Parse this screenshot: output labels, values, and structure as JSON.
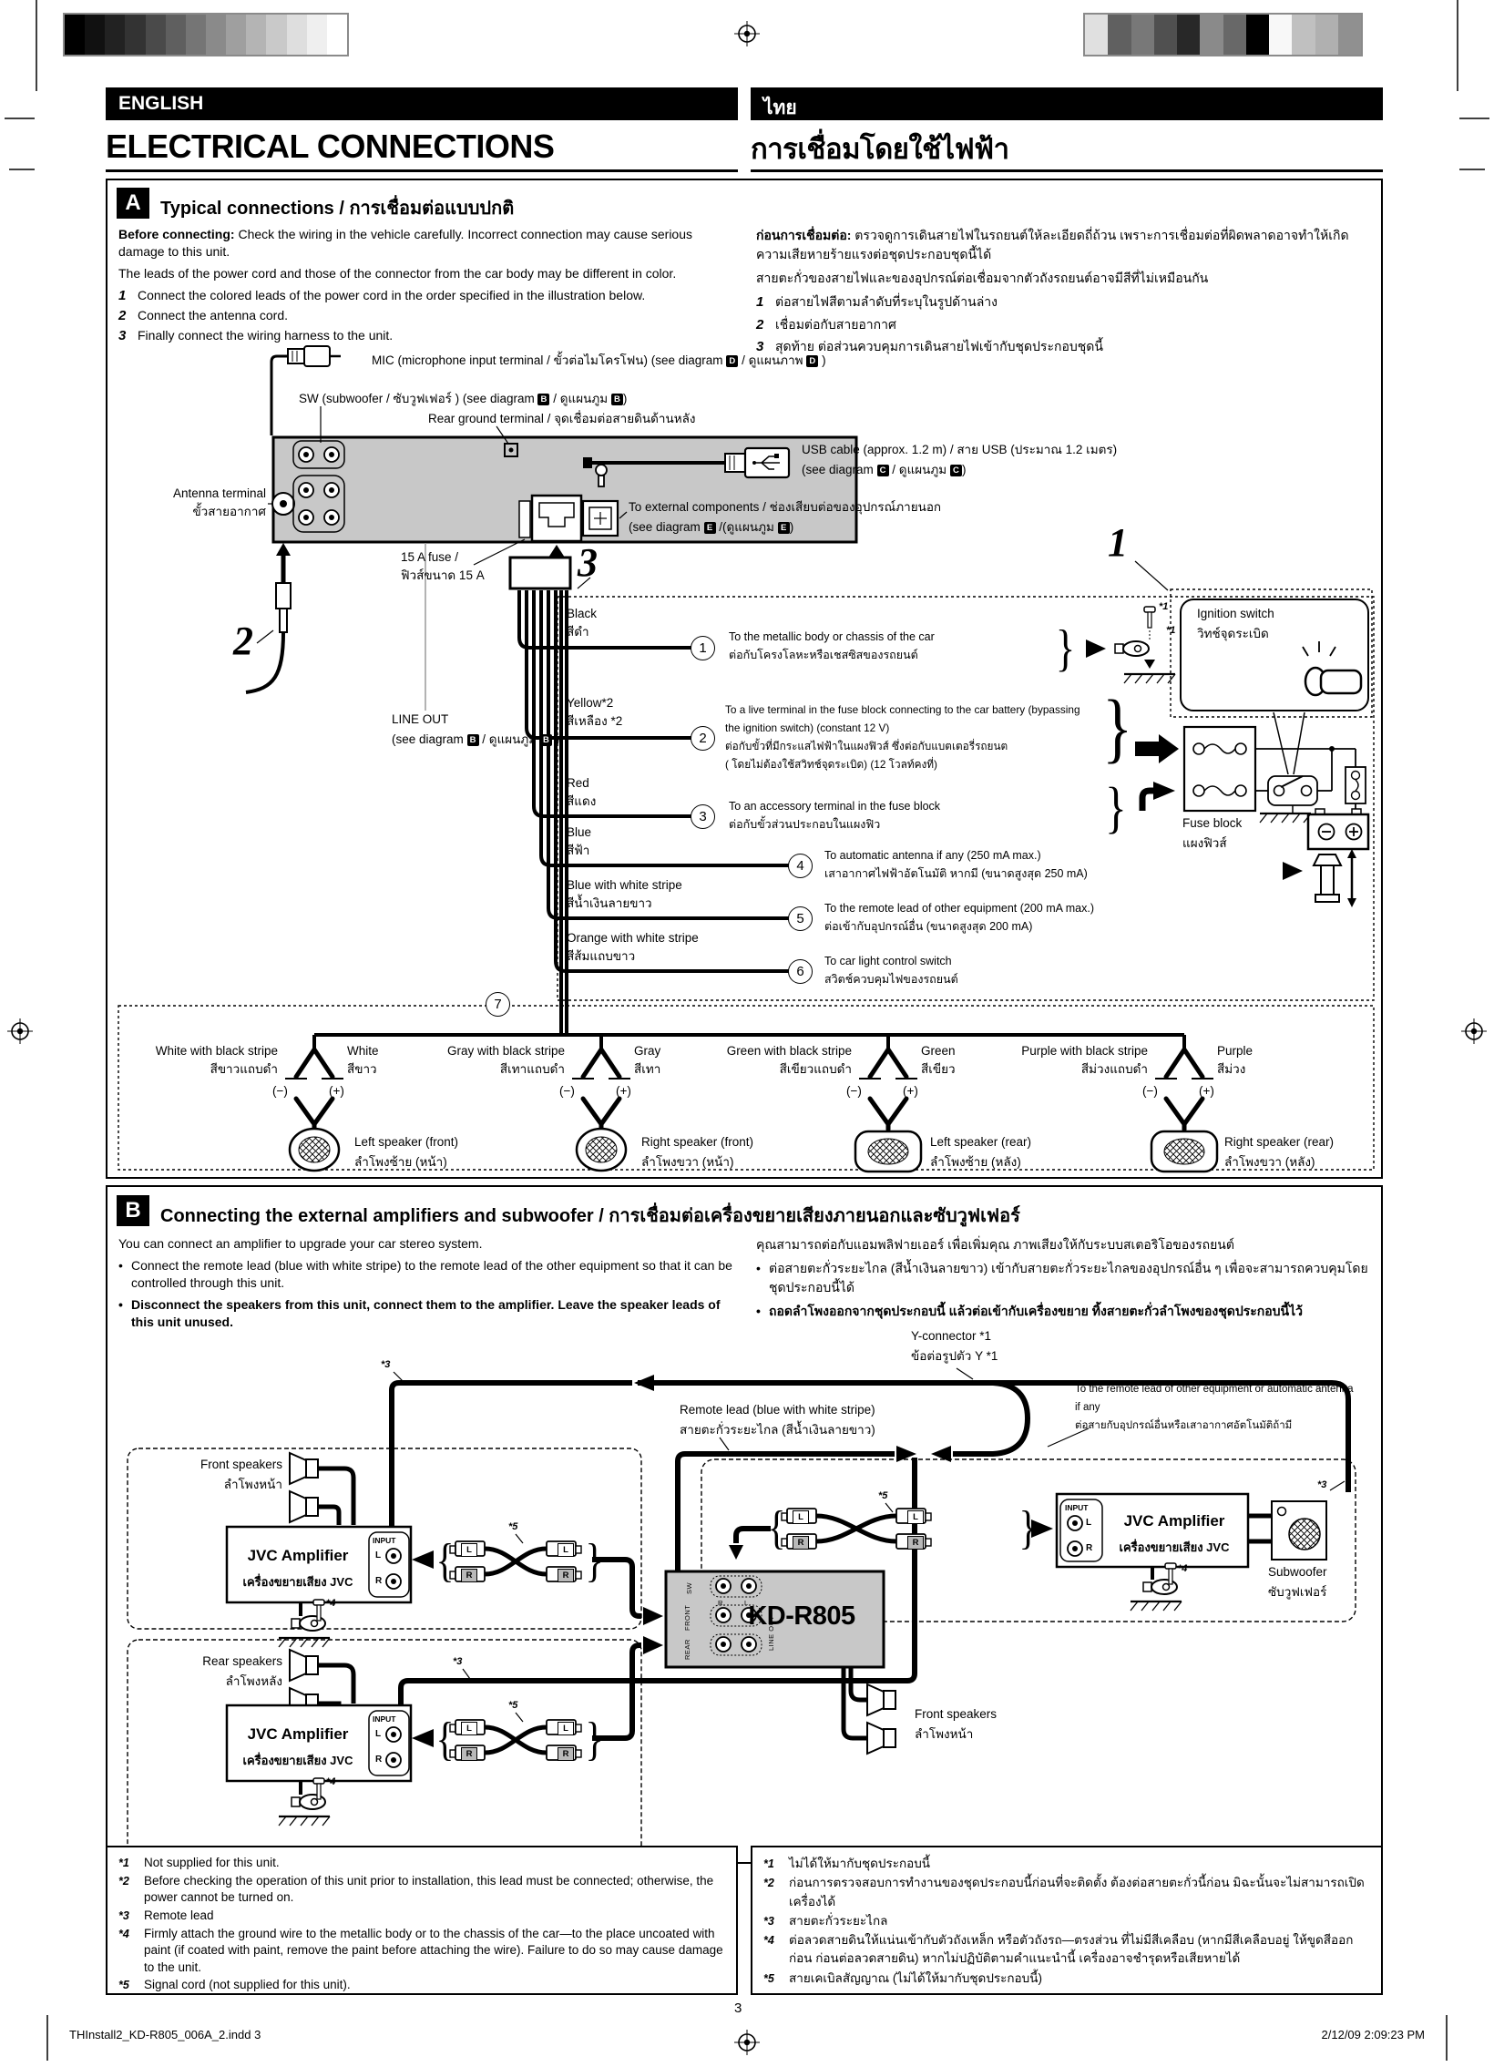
{
  "header": {
    "en_lang": "ENGLISH",
    "en_title": "ELECTRICAL CONNECTIONS",
    "th_lang": "ไทย",
    "th_title": "การเชื่อมโดยใช้ไฟฟ้า"
  },
  "section_a": {
    "badge": "A",
    "title": "Typical connections / การเชื่อมต่อแบบปกติ",
    "en": {
      "intro_bold": "Before connecting:",
      "intro_rest": " Check the wiring in the vehicle carefully. Incorrect connection may cause serious damage to this unit.",
      "leads": "The leads of the power cord and those of the connector from the car body may be different in color.",
      "step1": "Connect the colored leads of the power cord in the order specified in the illustration below.",
      "step2": "Connect the antenna cord.",
      "step3": "Finally connect the wiring harness to the unit."
    },
    "th": {
      "intro_bold": "ก่อนการเชื่อมต่อ:",
      "intro_rest": " ตรวจดูการเดินสายไฟในรถยนต์ให้ละเอียดถี่ถ้วน เพราะการเชื่อมต่อที่ผิดพลาดอาจทำให้เกิดความเสียหายร้ายแรงต่อชุดประกอบชุดนี้ได้",
      "leads": "สายตะกั่วของสายไฟและของอุปกรณ์ต่อเชื่อมจากตัวถังรถยนต์อาจมีสีที่ไม่เหมือนกัน",
      "step1": "ต่อสายไฟสีตามลำดับที่ระบุในรูปด้านล่าง",
      "step2": "เชื่อมต่อกับสายอากาศ",
      "step3": "สุดท้าย ต่อส่วนควบคุมการเดินสายไฟเข้ากับชุดประกอบชุดนี้"
    },
    "num1": "1",
    "num2": "2",
    "num3": "3",
    "num7": "7",
    "diagram": {
      "mic": {
        "pre": "MIC (microphone input terminal / ขั้วต่อไมโครโฟน) (see diagram ",
        "l1": "D",
        "mid": " / ดูแผนภาพ ",
        "l2": "D",
        "post": " )"
      },
      "sw": {
        "pre": "SW (subwoofer / ซับวูฟเฟอร์ ) (see diagram ",
        "l1": "B",
        "mid": " / ดูแผนภูม ",
        "l2": "B",
        "post": ")"
      },
      "rear_ground": "Rear ground terminal / จุดเชื่อมต่อสายดินด้านหลัง",
      "usb_line1": "USB cable (approx. 1.2 m) / สาย USB (ประมาณ 1.2 เมตร)",
      "usb": {
        "pre": "(see diagram ",
        "l1": "C",
        "mid": " / ดูแผนภูม ",
        "l2": "C",
        "post": ")"
      },
      "ext_line1": "To external components / ช่องเสียบต่อของอุปกรณ์ภายนอก",
      "ext": {
        "pre": "(see diagram ",
        "l1": "E",
        "mid": " /(ดูแผนภูม ",
        "l2": "E",
        "post": ")"
      },
      "antenna_line1": "Antenna terminal",
      "antenna_line2": "ขั้วสายอากาศ",
      "fuse_line1": "15 A fuse /",
      "fuse_line2": "ฟิวส์ขนาด 15 A",
      "lineout_line1": "LINE OUT",
      "lineout": {
        "pre": "(see diagram ",
        "l1": "B",
        "mid": " / ดูแผนภูม ",
        "l2": "B",
        "post": " )"
      },
      "ignition_line1": "Ignition switch",
      "ignition_line2": "วิทช์จุดระเบิด",
      "fuseblock_line1": "Fuse block",
      "fuseblock_line2": "แผงฟิวส์",
      "star1": "*1",
      "wires": [
        {
          "num": "1",
          "color_en": "Black",
          "color_th": "สีดำ",
          "dest1": "To the metallic body or chassis of the car",
          "dest2": "ต่อกับโครงโลหะหรือเชสซิสของรถยนต์"
        },
        {
          "num": "2",
          "color_en": "Yellow*2",
          "color_th": "สีเหลือง *2",
          "dest1": "To a live terminal in the fuse block connecting to the car battery (bypassing",
          "dest2": "the ignition switch) (constant 12 V)",
          "dest3": "ต่อกับขั้วที่มีกระแสไฟฟ้าในแผงฟิวส์ ซึ่งต่อกับแบตเตอรี่รถยนต",
          "dest4": "( โดยไม่ต้องใช้สวิทช์จุดระเบิด) (12 โวลท์คงที่)"
        },
        {
          "num": "3",
          "color_en": "Red",
          "color_th": "สีแดง",
          "dest1": "To an accessory terminal in the fuse block",
          "dest2": "ต่อกับขั้วส่วนประกอบในแผงฟิว"
        },
        {
          "num": "4",
          "color_en": "Blue",
          "color_th": "สีฟ้า",
          "dest1": "To automatic antenna if any (250 mA max.)",
          "dest2": "เสาอากาศไฟฟ้าอัตโนมัติ หากมี (ขนาดสูงสุด 250 mA)"
        },
        {
          "num": "5",
          "color_en": "Blue with white stripe",
          "color_th": "สีน้ำเงินลายขาว",
          "dest1": "To the remote lead of other equipment (200 mA max.)",
          "dest2": "ต่อเข้ากับอุปกรณ์อื่น (ขนาดสูงสุด 200 mA)"
        },
        {
          "num": "6",
          "color_en": "Orange with white stripe",
          "color_th": "สีส้มแถบขาว",
          "dest1": "To car light control switch",
          "dest2": "สวิตช์ควบคุมไฟของรถยนต์"
        }
      ],
      "minus": "(−)",
      "plus": "(+)",
      "speakers": [
        {
          "neg_en": "White with black stripe",
          "neg_th": "สีขาวแถบดำ",
          "pos_en": "White",
          "pos_th": "สีขาว",
          "name_en": "Left speaker (front)",
          "name_th": "ลำโพงซ้าย (หน้า)"
        },
        {
          "neg_en": "Gray with black stripe",
          "neg_th": "สีเทาแถบดำ",
          "pos_en": "Gray",
          "pos_th": "สีเทา",
          "name_en": "Right speaker (front)",
          "name_th": "ลำโพงขวา (หน้า)"
        },
        {
          "neg_en": "Green with black stripe",
          "neg_th": "สีเขียวแถบดำ",
          "pos_en": "Green",
          "pos_th": "สีเขียว",
          "name_en": "Left speaker (rear)",
          "name_th": "ลำโพงซ้าย (หลัง)"
        },
        {
          "neg_en": "Purple with black stripe",
          "neg_th": "สีม่วงแถบดำ",
          "pos_en": "Purple",
          "pos_th": "สีม่วง",
          "name_en": "Right speaker (rear)",
          "name_th": "ลำโพงขวา (หลัง)"
        }
      ]
    }
  },
  "section_b": {
    "badge": "B",
    "title": "Connecting the external amplifiers and subwoofer / การเชื่อมต่อเครื่องขยายเสียงภายนอกและซับวูฟเฟอร์",
    "en": {
      "intro": "You can connect an amplifier to upgrade your car stereo system.",
      "b1": "Connect the remote lead (blue with white stripe) to the remote lead of the other equipment so that it can be controlled through this unit.",
      "b2": "Disconnect the speakers from this unit, connect them to the amplifier. Leave the speaker leads of this unit unused."
    },
    "th": {
      "intro": "คุณสามารถต่อกับแอมพลิฟายเออร์ เพื่อเพิ่มคุณ ภาพเสียงให้กับระบบสเตอริโอของรถยนต์",
      "b1": "ต่อสายตะกั่วระยะไกล (สีน้ำเงินลายขาว) เข้ากับสายตะกั่วระยะไกลของอุปกรณ์อื่น ๆ เพื่อจะสามารถควบคุมโดยชุดประกอบนี้ได้",
      "b2": "ถอดลำโพงออกจากชุดประกอบนี้ แล้วต่อเข้ากับเครื่องขยาย ทิ้งสายตะกั่วลำโพงของชุดประกอบนี้ไว้"
    },
    "diagram": {
      "y_conn_1": "Y-connector *1",
      "y_conn_2": "ข้อต่อรูปตัว Y *1",
      "remote_1": "Remote lead (blue with white stripe)",
      "remote_2": "สายตะกั่วระยะไกล (สีน้ำเงินลายขาว)",
      "to_remote_1": "To the remote lead of other equipment or automatic antenna",
      "to_remote_2": "if any",
      "to_remote_3": "ต่อสายกับอุปกรณ์อื่นหรือเสาอากาศอัตโนมัติถ้ามี",
      "front_sp_1": "Front speakers",
      "front_sp_2": "ลำโพงหน้า",
      "rear_sp_1": "Rear speakers",
      "rear_sp_2": "ลำโพงหลัง",
      "amp_1": "JVC Amplifier",
      "amp_2": "เครื่องขยายเสียง  JVC",
      "input": "INPUT",
      "jack_l": "L",
      "jack_r": "R",
      "unit_model": "KD-R805",
      "unit_sw": "SW",
      "unit_front": "FRONT",
      "unit_rear": "REAR",
      "unit_lineout": "LINE OUT",
      "unit_r": "R",
      "unit_l": "L",
      "subwoofer_1": "Subwoofer",
      "subwoofer_2": "ซับวูฟเฟอร์",
      "star3": "*3",
      "star4": "*4",
      "star5": "*5"
    }
  },
  "footnotes": {
    "en": [
      {
        "m": "*1",
        "t": "Not supplied for this unit."
      },
      {
        "m": "*2",
        "t": "Before checking the operation of this unit prior to installation, this lead must be connected; otherwise, the power cannot be turned on."
      },
      {
        "m": "*3",
        "t": "Remote lead"
      },
      {
        "m": "*4",
        "t": "Firmly attach the ground wire to the metallic body or to the chassis of the car—to the place uncoated with paint (if coated with paint, remove the paint before attaching the wire). Failure to do so may cause damage to the unit."
      },
      {
        "m": "*5",
        "t": "Signal cord (not supplied for this unit)."
      }
    ],
    "th": [
      {
        "m": "*1",
        "t": "ไม่ได้ให้มากับชุดประกอบนี้"
      },
      {
        "m": "*2",
        "t": "ก่อนการตรวจสอบการทำงานของชุดประกอบนี้ก่อนที่จะติดตั้ง ต้องต่อสายตะกั่วนี้ก่อน มิฉะนั้นจะไม่สามารถเปิดเครื่องได้"
      },
      {
        "m": "*3",
        "t": "สายตะกั่วระยะไกล"
      },
      {
        "m": "*4",
        "t": "ต่อลวดสายดินให้แน่นเข้ากับตัวถังเหล็ก หรือตัวถังรถ—ตรงส่วน ที่ไม่มีสีเคลือบ (หากมีสีเคลือบอยู่ ให้ขูดสีออกก่อน ก่อนต่อลวดสายดิน) หากไม่ปฏิบัติตามคำแนะนำนี้ เครื่องอาจชำรุดหรือเสียหายได้"
      },
      {
        "m": "*5",
        "t": "สายเคเบิลสัญญาณ (ไม่ได้ให้มากับชุดประกอบนี้)"
      }
    ]
  },
  "footer": {
    "page_number": "3",
    "left": "THInstall2_KD-R805_006A_2.indd   3",
    "right": "2/12/09   2:09:23 PM"
  }
}
